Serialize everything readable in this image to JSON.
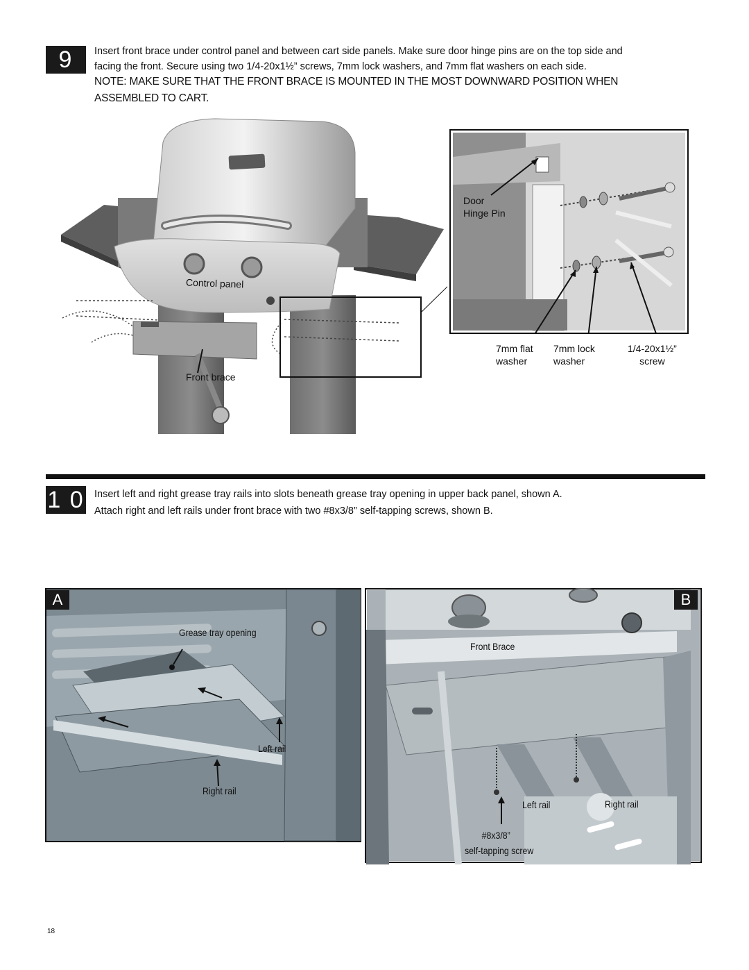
{
  "step9": {
    "number": "9",
    "text_line1": "Insert front brace under control panel and between cart side panels. Make sure door hinge pins are on the top side and",
    "text_line2": "facing the front. Secure using two 1/4-20x1½” screws, 7mm lock washers, and 7mm flat washers on each side.",
    "note_line1": "NOTE: MAKE SURE THAT THE FRONT BRACE IS MOUNTED IN THE MOST DOWNWARD POSITION WHEN",
    "note_line2": "ASSEMBLED TO CART.",
    "labels": {
      "control_panel": "Control panel",
      "front_brace": "Front brace",
      "door_hinge_line1": "Door",
      "door_hinge_line2": "Hinge Pin",
      "flat_washer_line1": "7mm flat",
      "flat_washer_line2": "washer",
      "lock_washer_line1": "7mm lock",
      "lock_washer_line2": "washer",
      "screw_line1": "1/4-20x1½”",
      "screw_line2": "screw"
    }
  },
  "step10": {
    "number": "1 0",
    "text_line1": "Insert left and right grease tray rails into slots beneath grease tray opening in upper back panel, shown A.",
    "text_line2": "Attach right and left rails under front brace with two #8x3/8” self-tapping screws, shown B.",
    "panel_a": {
      "letter": "A",
      "grease_tray": "Grease tray opening",
      "left_rail": "Left rail",
      "right_rail": "Right rail"
    },
    "panel_b": {
      "letter": "B",
      "front_brace": "Front Brace",
      "left_rail": "Left rail",
      "right_rail": "Right rail",
      "screw_line1": "#8x3/8”",
      "screw_line2": "self-tapping screw"
    }
  },
  "page_number": "18"
}
